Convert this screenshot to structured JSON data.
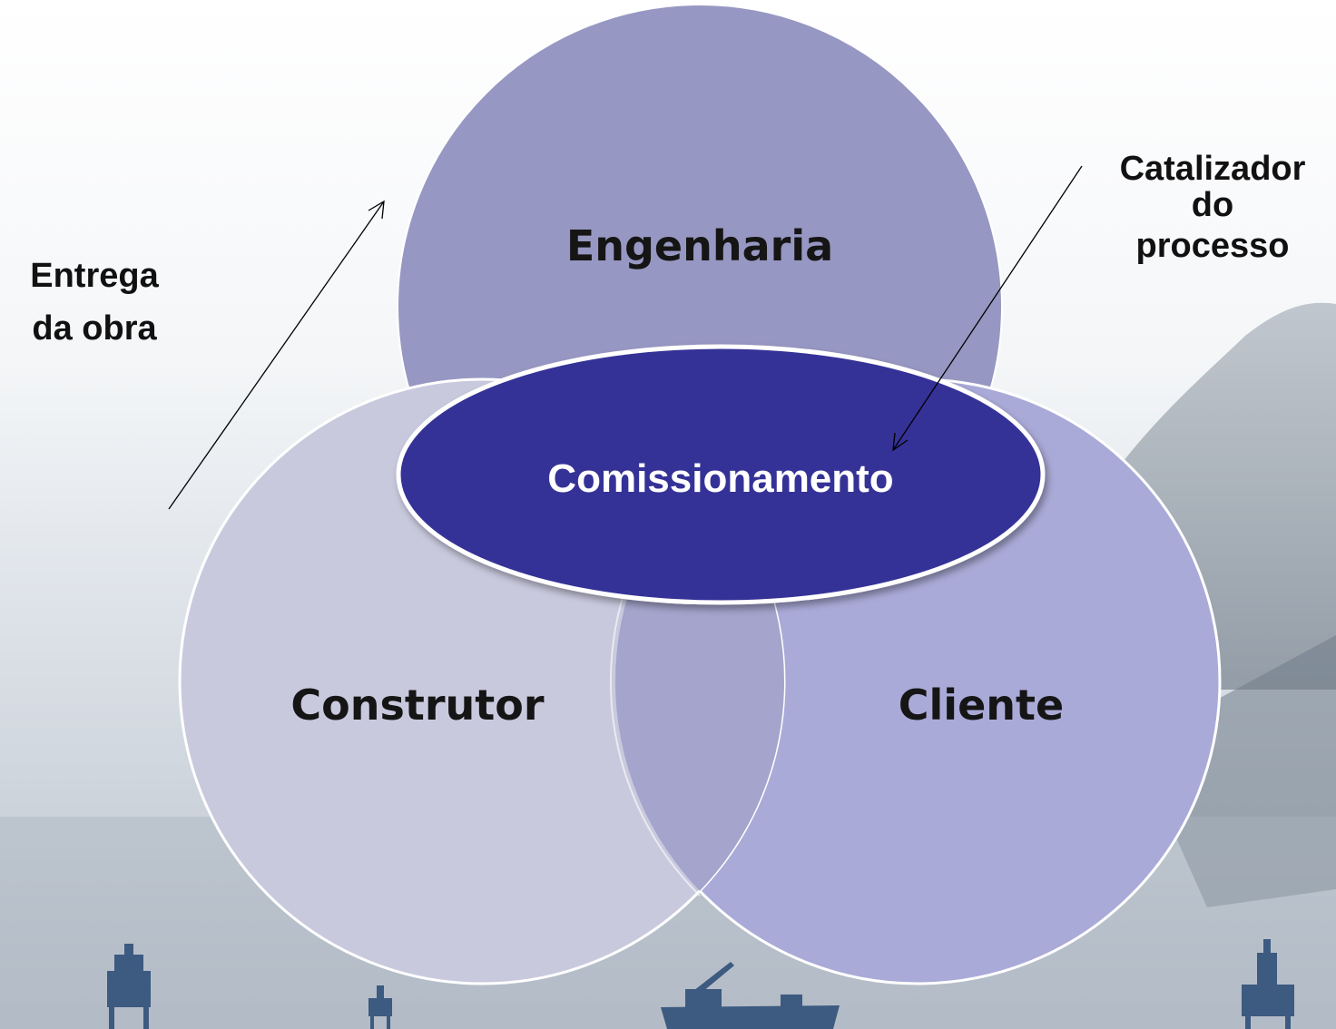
{
  "diagram": {
    "circles": {
      "engenharia": "Engenharia",
      "construtor": "Construtor",
      "cliente": "Cliente"
    },
    "center": "Comissionamento",
    "left_note": [
      "Entrega",
      "da obra"
    ],
    "right_note": [
      "Catalizador",
      "do",
      "processo"
    ]
  },
  "colors": {
    "engenharia_fill": "#9797c3",
    "construtor_fill": "#c9c9de",
    "cliente_fill": "#aaaad8",
    "overlap_fill": "#a4a4cc",
    "center_fill": "#343397",
    "center_text": "#ffffff"
  }
}
